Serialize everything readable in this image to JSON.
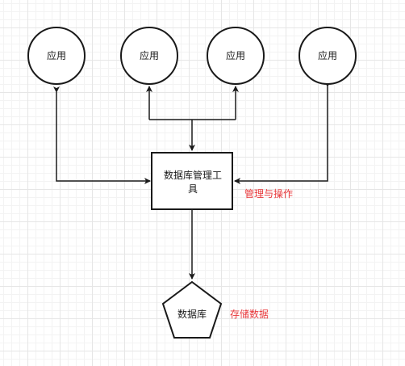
{
  "nodes": {
    "app1": "应用",
    "app2": "应用",
    "app3": "应用",
    "app4": "应用",
    "tool_line1": "数据库管理工",
    "tool_line2": "具",
    "database": "数据库"
  },
  "labels": {
    "manage": "管理与操作",
    "storage": "存储数据"
  },
  "colors": {
    "stroke": "#1a1a1a",
    "label": "#e8373a"
  }
}
